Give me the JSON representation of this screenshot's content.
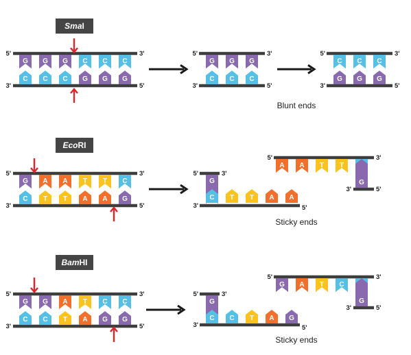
{
  "colors": {
    "G": "#8a6aae",
    "C": "#55bfe6",
    "A": "#f26f2c",
    "T": "#fcc21d",
    "strand": "#3e3e3e",
    "enzyme_bg": "#454545",
    "enzyme_text": "#ffffff",
    "cut_arrow": "#e0242c",
    "flow_arrow": "#1a1a1a"
  },
  "sections": [
    {
      "enzyme": {
        "prefix": "Sma",
        "suffix": "I"
      },
      "top_seq": [
        "G",
        "G",
        "G",
        "C",
        "C",
        "C"
      ],
      "bottom_seq": [
        "C",
        "C",
        "C",
        "G",
        "G",
        "G"
      ],
      "caption": "Blunt ends",
      "ends": {
        "left5": "5'",
        "right3": "3'",
        "left3": "3'",
        "right5": "5'"
      }
    },
    {
      "enzyme": {
        "prefix": "Eco",
        "suffix": "RI"
      },
      "top_seq": [
        "G",
        "A",
        "A",
        "T",
        "T",
        "C"
      ],
      "bottom_seq": [
        "C",
        "T",
        "T",
        "A",
        "A",
        "G"
      ],
      "caption": "Sticky ends",
      "ends": {
        "left5": "5'",
        "right3": "3'",
        "left3": "3'",
        "right5": "5'"
      }
    },
    {
      "enzyme": {
        "prefix": "Bam",
        "suffix": "HI"
      },
      "top_seq": [
        "G",
        "G",
        "A",
        "T",
        "C",
        "C"
      ],
      "bottom_seq": [
        "C",
        "C",
        "T",
        "A",
        "G",
        "G"
      ],
      "caption": "Sticky ends",
      "ends": {
        "left5": "5'",
        "right3": "3'",
        "left3": "3'",
        "right5": "5'"
      }
    }
  ]
}
